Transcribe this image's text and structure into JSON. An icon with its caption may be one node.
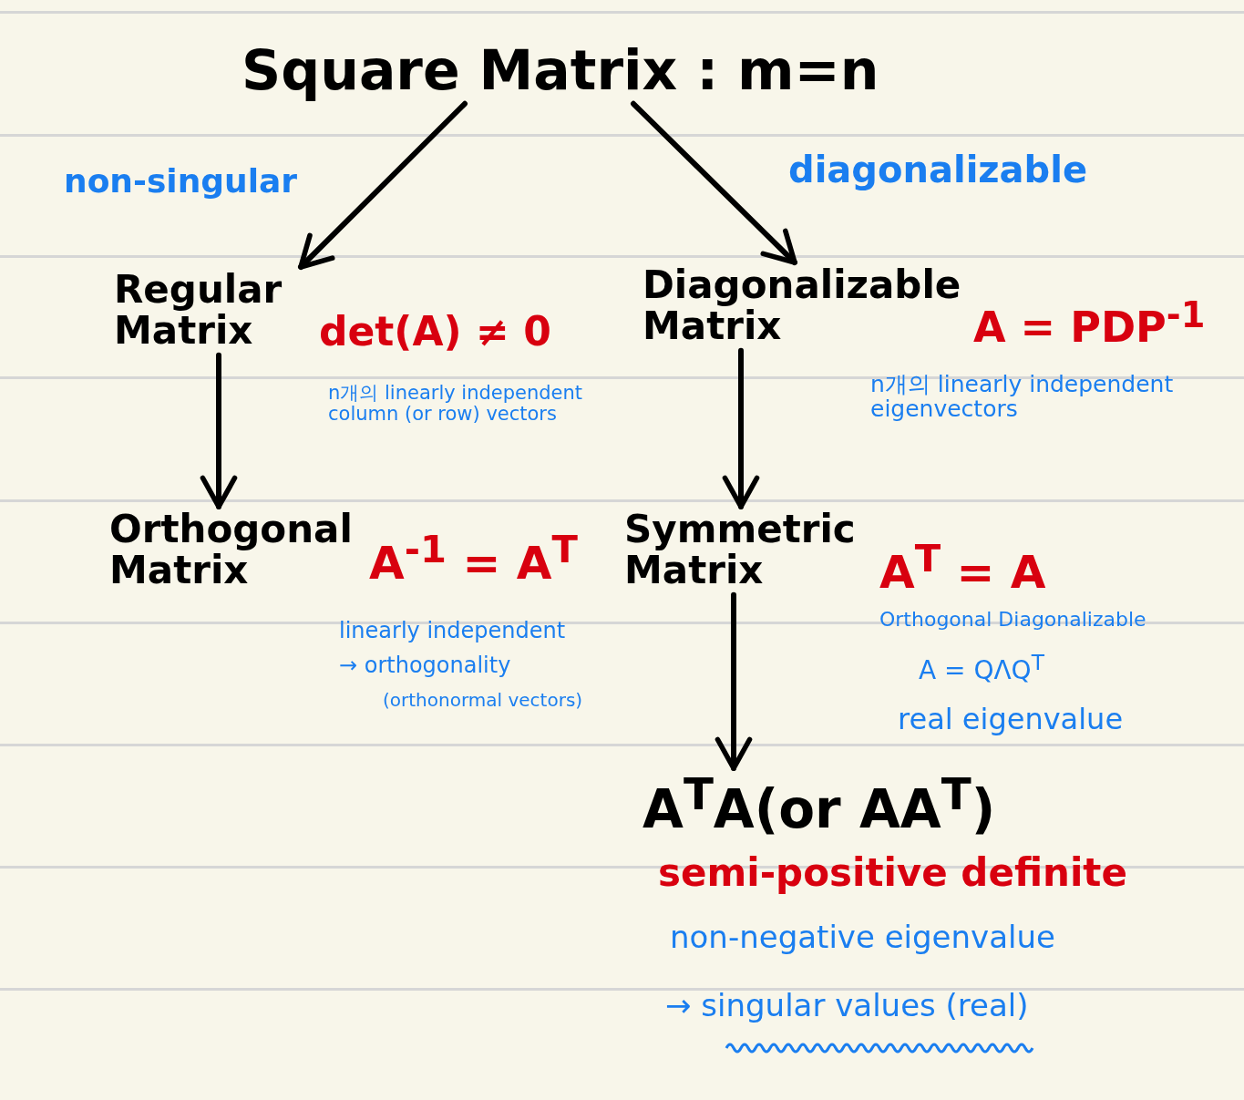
{
  "diagram": {
    "nodes": [
      {
        "text": [
          "Square Matrix : m=n"
        ]
      },
      {
        "text": [
          "Regular Matrix"
        ],
        "beside": [
          "det(A) ≠ 0",
          "n개의 linearly independent column (or row) vectors"
        ]
      },
      {
        "text": [
          "Diagonalizable Matrix"
        ],
        "beside": [
          "A = PDP$^{-1}$",
          "n개의 linearly independent eigenvectors"
        ]
      },
      {
        "text": [
          "Orthogonal Matrix"
        ],
        "beside": [
          "A$^{-1}$ = A$^{T}$",
          "linearly independent",
          "→ orthogonality",
          "(orthonormal vectors)"
        ]
      },
      {
        "text": [
          "Symmetric Matrix"
        ],
        "beside": [
          "A$^{T}$ = A",
          "Orthogonal Diagonalizable",
          "A = QΛQ$^{T}$",
          "real eigenvalue"
        ]
      },
      {
        "text": [
          "A$^{T}$A(or AA$^{T}$)"
        ],
        "beside": [
          "semi-positive definite",
          "non-negative eigenvalue",
          "→ singular values (real)"
        ]
      }
    ],
    "edges": [
      {
        "from": 0,
        "to": 1,
        "arrow": "to",
        "label": "non-singular"
      },
      {
        "from": 0,
        "to": 2,
        "arrow": "to",
        "label": "diagonalizable"
      },
      {
        "from": 1,
        "to": 3,
        "arrow": "to"
      },
      {
        "from": 2,
        "to": 4,
        "arrow": "to"
      },
      {
        "from": 4,
        "to": 5,
        "arrow": "to"
      }
    ]
  }
}
